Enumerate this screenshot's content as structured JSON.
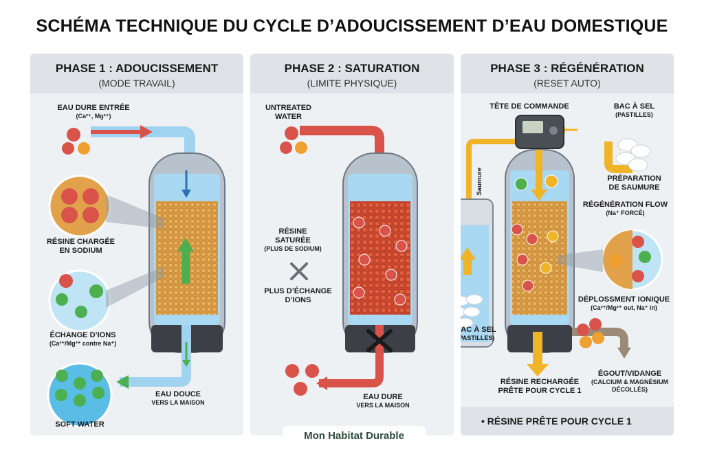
{
  "title": "SCHÉMA TECHNIQUE DU CYCLE D’ADOUCISSEMENT D’EAU DOMESTIQUE",
  "phase1": {
    "title": "PHASE 1 : ADOUCISSEMENT",
    "subtitle": "(MODE TRAVAIL)",
    "inlet_label": "EAU DURE ENTRÉE",
    "inlet_ions": "(Ca²⁺, Mg²⁺)",
    "resin_label_1": "RÉSINE CHARGÉE",
    "resin_label_2": "EN SODIUM",
    "exchange_label": "ÉCHANGE D’IONS",
    "exchange_sub": "(Ca²⁺/Mg²⁺ contre Na⁺)",
    "outlet_label": "EAU DOUCE",
    "outlet_sub": "VERS LA MAISON",
    "soft_label": "SOFT WATER"
  },
  "phase2": {
    "title": "PHASE 2 : SATURATION",
    "subtitle": "(LIMITE PHYSIQUE)",
    "inlet_label_1": "UNTREATED",
    "inlet_label_2": "WATER",
    "resin_label_1": "RÉSINE",
    "resin_label_2": "SATURÉE",
    "resin_sub": "(PLUS DE SODIUM)",
    "no_exchange_1": "PLUS D’ÉCHANGE",
    "no_exchange_2": "D’IONS",
    "outlet_label": "EAU DURE",
    "outlet_sub": "VERS LA MAISON"
  },
  "phase3": {
    "title": "PHASE 3 : RÉGÉNÉRATION",
    "subtitle": "(RESET AUTO)",
    "control_head": "TÊTE DE COMMANDE",
    "salt_bin_top": "BAC À SEL",
    "salt_bin_top_sub": "(PASTILLES)",
    "brine_prep_1": "PRÉPARATION",
    "brine_prep_2": "DE SAUMURE",
    "saumure": "Saumure",
    "regen_flow": "RÉGÉNÉRATION FLOW",
    "regen_flow_sub": "(Na⁺ FORCÉ)",
    "displacement": "DÉPLOSSMENT IONIQUE",
    "displacement_sub": "(Ca²⁺/Mg²⁺ out, Na⁺ in)",
    "salt_bin_bottom": "BAC À SEL",
    "salt_bin_bottom_sub": "(PASTILLES)",
    "recharged_1": "RÉSINE RECHARGÉE",
    "recharged_2": "PRÊTE POUR CYCLE 1",
    "drain": "ÉGOUT/VIDANGE",
    "drain_sub_1": "(CALCIUM & MAGNÉSIUM",
    "drain_sub_2": "DÉCOLLÉS)",
    "footer": "• RÉSINE PRÊTE POUR CYCLE 1"
  },
  "ions": {
    "ca": "Ca²⁺",
    "mg": "Mg²⁺",
    "na": "Na⁺"
  },
  "brand": "Mon Habitat Durable",
  "colors": {
    "hard_water": "#d9534a",
    "soft_water": "#4caf50",
    "resin": "#d99a3c",
    "brine": "#f0b429",
    "water_blue": "#9fd3ef",
    "drain": "#9b8a78"
  }
}
